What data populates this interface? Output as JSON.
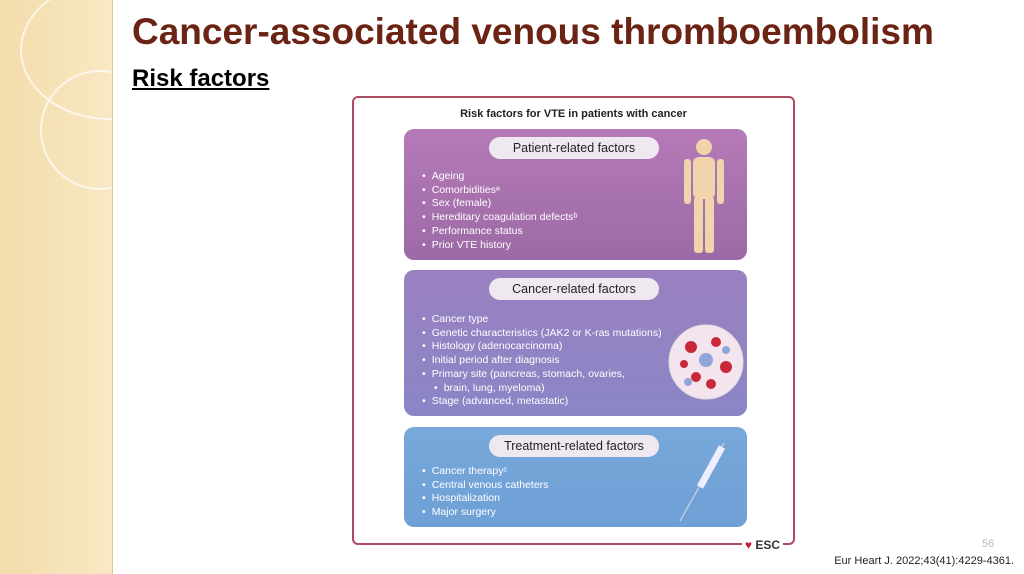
{
  "title": "Cancer-associated venous thromboembolism",
  "subtitle": "Risk factors",
  "figure": {
    "title": "Risk factors for VTE in patients with cancer",
    "boxes": [
      {
        "heading": "Patient-related factors",
        "items": [
          "Ageing",
          "Comorbiditiesᵃ",
          "Sex (female)",
          "Hereditary coagulation defectsᵇ",
          "Performance status",
          "Prior VTE history"
        ]
      },
      {
        "heading": "Cancer-related factors",
        "items": [
          "Cancer type",
          "Genetic characteristics (JAK2 or K-ras mutations)",
          "Histology (adenocarcinoma)",
          "Initial period after diagnosis",
          "Primary site (pancreas, stomach, ovaries,",
          "brain, lung, myeloma)",
          "Stage (advanced, metastatic)"
        ]
      },
      {
        "heading": "Treatment-related factors",
        "items": [
          "Cancer therapyᶜ",
          "Central venous catheters",
          "Hospitalization",
          "Major surgery"
        ]
      }
    ],
    "logo": "ESC"
  },
  "reference": "Eur Heart J. 2022;43(41):4229-4361.",
  "page_number": "56"
}
